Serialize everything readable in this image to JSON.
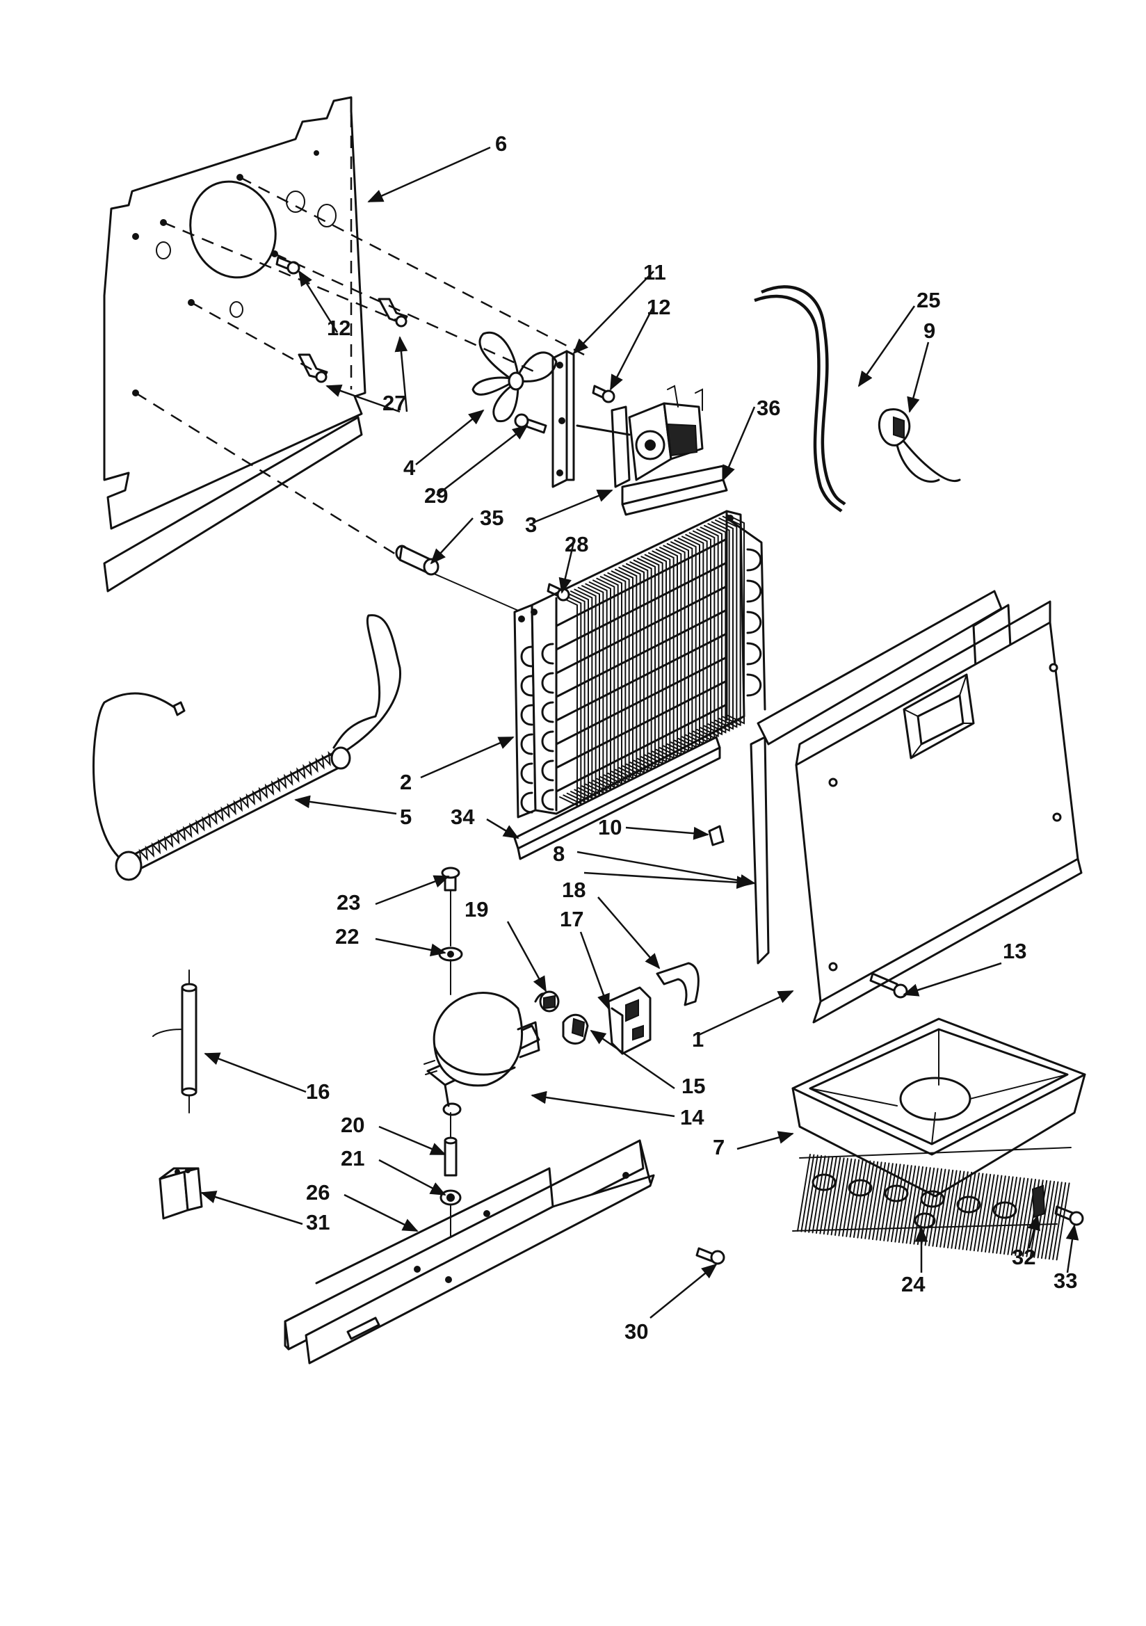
{
  "callouts": [
    {
      "id": "c1",
      "text": "1"
    },
    {
      "id": "c2",
      "text": "2"
    },
    {
      "id": "c3",
      "text": "3"
    },
    {
      "id": "c4",
      "text": "4"
    },
    {
      "id": "c5",
      "text": "5"
    },
    {
      "id": "c6",
      "text": "6"
    },
    {
      "id": "c7",
      "text": "7"
    },
    {
      "id": "c8",
      "text": "8"
    },
    {
      "id": "c9",
      "text": "9"
    },
    {
      "id": "c10",
      "text": "10"
    },
    {
      "id": "c11",
      "text": "11"
    },
    {
      "id": "c12a",
      "text": "12"
    },
    {
      "id": "c12b",
      "text": "12"
    },
    {
      "id": "c13",
      "text": "13"
    },
    {
      "id": "c14",
      "text": "14"
    },
    {
      "id": "c15",
      "text": "15"
    },
    {
      "id": "c16",
      "text": "16"
    },
    {
      "id": "c17",
      "text": "17"
    },
    {
      "id": "c18",
      "text": "18"
    },
    {
      "id": "c19",
      "text": "19"
    },
    {
      "id": "c20",
      "text": "20"
    },
    {
      "id": "c21",
      "text": "21"
    },
    {
      "id": "c22",
      "text": "22"
    },
    {
      "id": "c23",
      "text": "23"
    },
    {
      "id": "c24",
      "text": "24"
    },
    {
      "id": "c25",
      "text": "25"
    },
    {
      "id": "c26",
      "text": "26"
    },
    {
      "id": "c27",
      "text": "27"
    },
    {
      "id": "c28",
      "text": "28"
    },
    {
      "id": "c29",
      "text": "29"
    },
    {
      "id": "c30",
      "text": "30"
    },
    {
      "id": "c31",
      "text": "31"
    },
    {
      "id": "c32",
      "text": "32"
    },
    {
      "id": "c33",
      "text": "33"
    },
    {
      "id": "c34",
      "text": "34"
    },
    {
      "id": "c35",
      "text": "35"
    },
    {
      "id": "c36",
      "text": "36"
    }
  ],
  "icons": {
    "back_panel": "rear-panel-part",
    "fan_blade": "fan-blade-part",
    "fan_motor": "fan-motor-part",
    "evaporator": "evaporator-coil-part",
    "heater": "defrost-heater-part",
    "compressor": "compressor-part",
    "drain_pan": "drain-pan-part",
    "condenser": "condenser-coil-part",
    "cover": "access-cover-part",
    "base": "base-rail-part",
    "drier": "filter-drier-part",
    "relay": "relay-part",
    "capacitor": "capacitor-part"
  },
  "colors": {
    "ink": "#111111",
    "paper": "#ffffff"
  }
}
